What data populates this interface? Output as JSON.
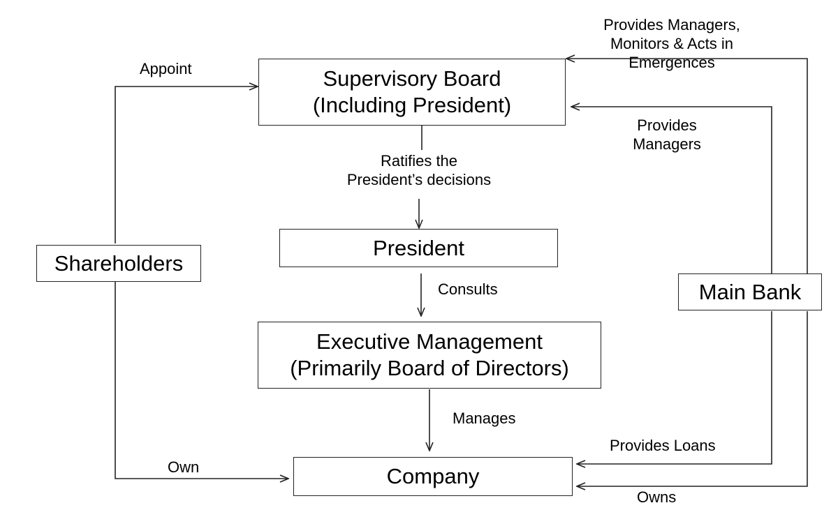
{
  "nodes": {
    "supervisory_board": {
      "line1": "Supervisory Board",
      "line2": "(Including President)"
    },
    "president": {
      "line1": "President"
    },
    "executive_management": {
      "line1": "Executive Management",
      "line2": "(Primarily Board of Directors)"
    },
    "company": {
      "line1": "Company"
    },
    "shareholders": {
      "line1": "Shareholders"
    },
    "main_bank": {
      "line1": "Main Bank"
    }
  },
  "edges": {
    "appoint": "Appoint",
    "ratifies": {
      "line1": "Ratifies the",
      "line2": "President’s decisions"
    },
    "consults": "Consults",
    "manages": "Manages",
    "own": "Own",
    "provides_managers_monitors": {
      "line1": "Provides Managers,",
      "line2": "Monitors & Acts in",
      "line3": "Emergences"
    },
    "provides_managers": {
      "line1": "Provides",
      "line2": "Managers"
    },
    "provides_loans": "Provides Loans",
    "owns": "Owns"
  },
  "colors": {
    "line": "#222222",
    "text": "#000000",
    "background": "#ffffff"
  }
}
